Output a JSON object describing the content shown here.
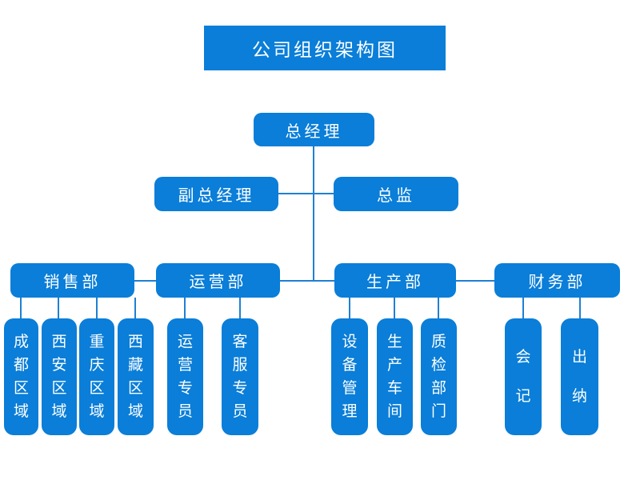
{
  "title": "公司组织架构图",
  "colors": {
    "node_blue": "#0a7ed8",
    "line_blue": "#2080d2",
    "text_white": "#ffffff",
    "background": "#ffffff"
  },
  "org": {
    "root": "总经理",
    "level2": [
      "副总经理",
      "总监"
    ],
    "departments": [
      {
        "label": "销售部",
        "children": [
          "成都区域",
          "西安区域",
          "重庆区域",
          "西藏区域"
        ]
      },
      {
        "label": "运营部",
        "children": [
          "运营专员",
          "客服专员"
        ]
      },
      {
        "label": "生产部",
        "children": [
          "设备管理",
          "生产车间",
          "质检部门"
        ]
      },
      {
        "label": "财务部",
        "children": [
          "会记",
          "出纳"
        ]
      }
    ]
  }
}
